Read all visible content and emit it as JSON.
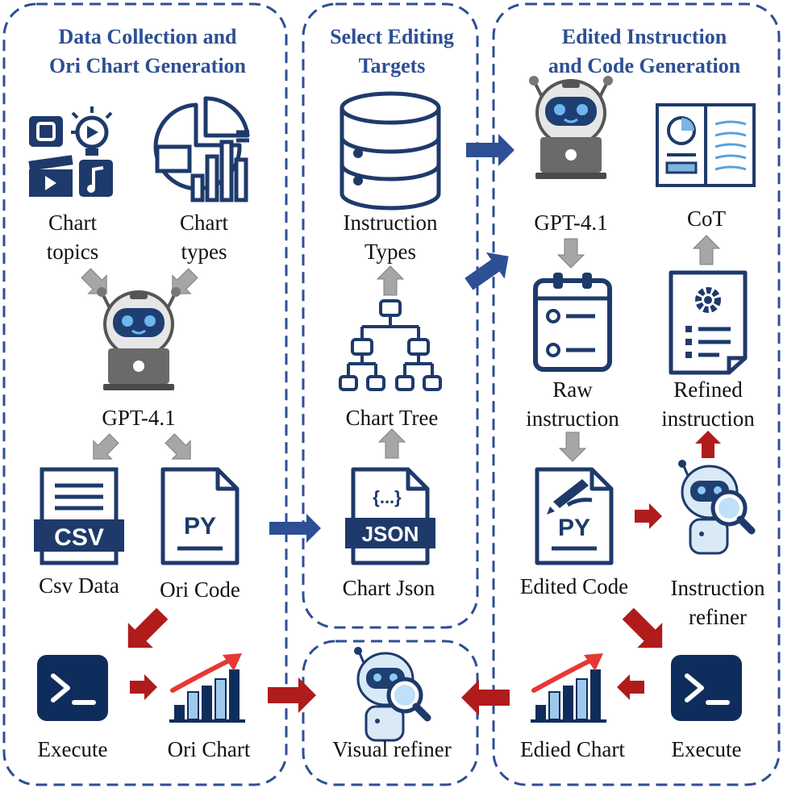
{
  "colors": {
    "panel_border": "#2d4f94",
    "icon_navy": "#1e3a6b",
    "title_blue": "#2d4f94",
    "arrow_gray": "#a6a6a6",
    "arrow_red": "#b01b1b",
    "arrow_blue": "#2d4f94",
    "robot_body": "#6a6a6a",
    "robot_face": "#1f3f72",
    "chart_light": "#9ec9ec",
    "chart_dark": "#0f2d5c"
  },
  "panels": {
    "collection": {
      "title_line1": "Data Collection and",
      "title_line2": "Ori Chart Generation"
    },
    "select": {
      "title_line1": "Select Editing",
      "title_line2": "Targets"
    },
    "edited": {
      "title_line1": "Edited Instruction",
      "title_line2": "and Code Generation"
    }
  },
  "labels": {
    "chart_topics_1": "Chart",
    "chart_topics_2": "topics",
    "chart_types_1": "Chart",
    "chart_types_2": "types",
    "gpt_left": "GPT-4.1",
    "csv_data": "Csv Data",
    "ori_code": "Ori Code",
    "execute_left": "Execute",
    "ori_chart": "Ori Chart",
    "instruction_types_1": "Instruction",
    "instruction_types_2": "Types",
    "chart_tree": "Chart Tree",
    "chart_json": "Chart Json",
    "visual_refiner": "Visual refiner",
    "gpt_right": "GPT-4.1",
    "cot": "CoT",
    "raw_instruction_1": "Raw",
    "raw_instruction_2": "instruction",
    "refined_instruction_1": "Refined",
    "refined_instruction_2": "instruction",
    "edited_code": "Edited Code",
    "instruction_refiner_1": "Instruction",
    "instruction_refiner_2": "refiner",
    "edited_chart": "Edied Chart",
    "execute_right": "Execute"
  },
  "icon_text": {
    "csv": "CSV",
    "py_left": "PY",
    "py_right": "PY",
    "json": "JSON",
    "json_braces": "{...}"
  },
  "icons": {
    "chart_topics": "media-icon",
    "chart_types": "chart-types-icon",
    "gpt": "robot-laptop-icon",
    "database": "database-icon",
    "tree": "tree-icon",
    "csv_file": "csv-file-icon",
    "py_file": "py-file-icon",
    "json_file": "json-file-icon",
    "terminal": "terminal-icon",
    "growth_chart": "growth-chart-icon",
    "refiner": "robot-magnifier-icon",
    "clipboard": "clipboard-icon",
    "document_gear": "document-gear-icon",
    "cot": "cot-document-icon"
  }
}
